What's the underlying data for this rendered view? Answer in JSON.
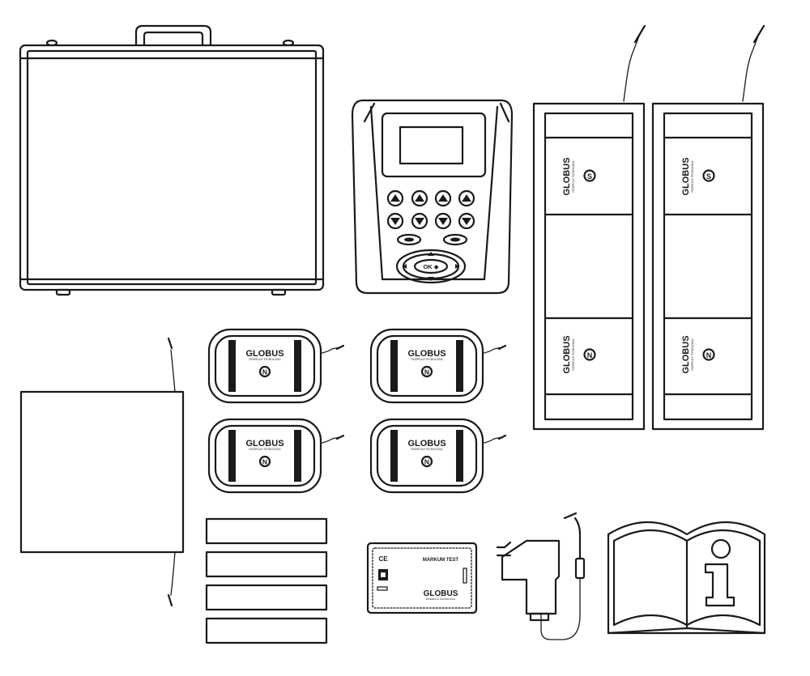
{
  "brand": {
    "name": "GLOBUS",
    "tagline": "RICERCA E TECNOLOGIA"
  },
  "electrode_polarity": {
    "positive": "S",
    "negative": "N"
  },
  "device": {
    "ok_label": "OK ◆"
  },
  "tester": {
    "title": "MARKUM TEST",
    "ce_mark": "CE",
    "brand": "GLOBUS",
    "tagline": "RICERCA E TECNOLOGIA"
  },
  "manual": {
    "info_glyph": "i"
  },
  "icons": [
    "carry-case-icon",
    "stimulator-device-icon",
    "electrode-pad-icon",
    "cable-icon",
    "charger-icon",
    "manual-info-icon"
  ],
  "colors": {
    "line": "#1a1a1a",
    "background": "#ffffff"
  }
}
